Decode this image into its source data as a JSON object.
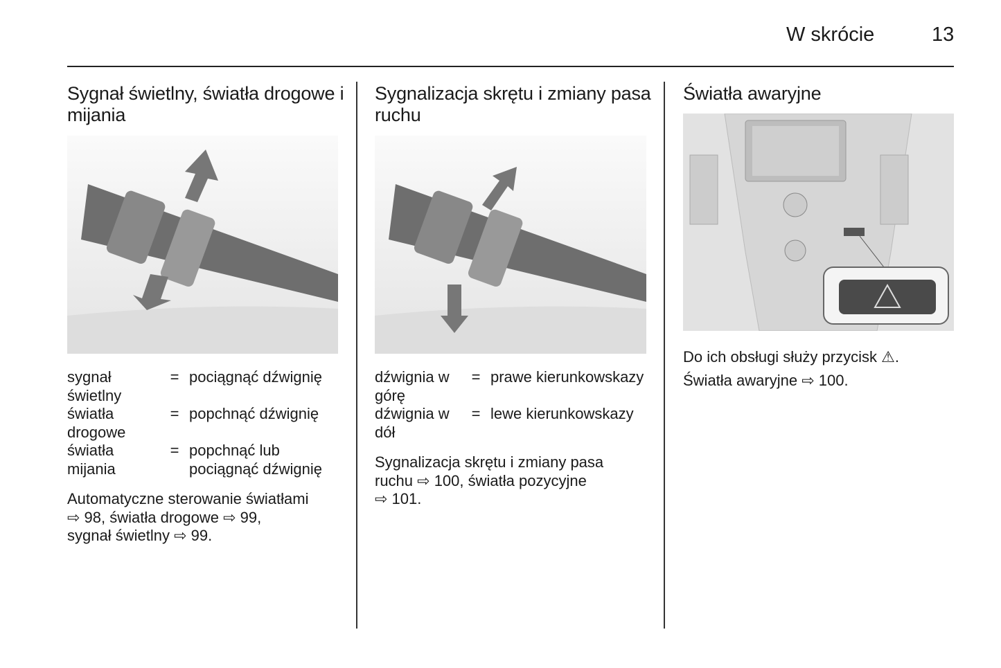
{
  "header": {
    "title": "W skrócie",
    "page": "13"
  },
  "col1": {
    "heading": "Sygnał świetlny, światła drogowe i mijania",
    "defs": [
      {
        "term": "sygnał świetlny",
        "eq": "=",
        "def": "pociągnąć dźwignię"
      },
      {
        "term": "światła drogowe",
        "eq": "=",
        "def": "popchnąć dźwignię"
      },
      {
        "term": "światła mijania",
        "eq": "=",
        "def": "popchnąć lub pociągnąć dźwignię"
      }
    ],
    "text": [
      "Automatyczne sterowanie światłami",
      "⇨ 98, światła drogowe ⇨ 99,",
      "sygnał świetlny ⇨ 99."
    ]
  },
  "col2": {
    "heading": "Sygnalizacja skrętu i zmiany pasa ruchu",
    "defs": [
      {
        "term": "dźwignia w górę",
        "eq": "=",
        "def": "prawe kierunkowskazy"
      },
      {
        "term": "dźwignia w dół",
        "eq": "=",
        "def": "lewe kierunkowskazy"
      }
    ],
    "text": [
      "Sygnalizacja skrętu i zmiany pasa",
      "ruchu ⇨ 100, światła pozycyjne",
      "⇨ 101."
    ]
  },
  "col3": {
    "heading": "Światła awaryjne",
    "text": [
      "Do ich obsługi służy przycisk ⚠.",
      "Światła awaryjne ⇨ 100."
    ]
  }
}
